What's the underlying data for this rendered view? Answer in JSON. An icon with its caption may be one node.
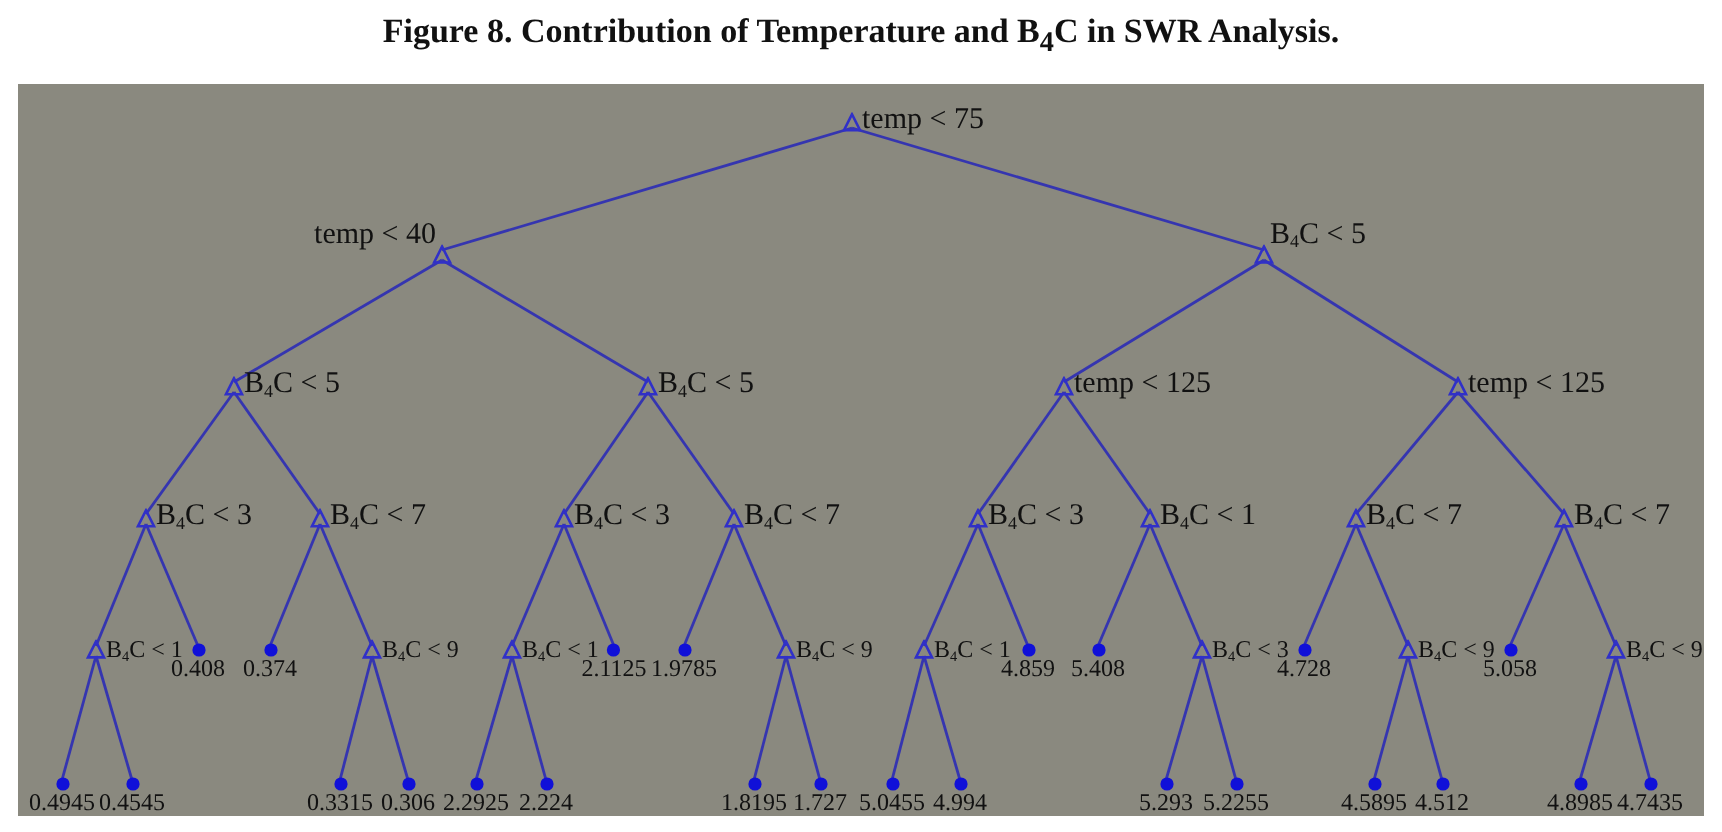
{
  "diagram": {
    "title": "Figure 8. Contribution of Temperature and B$_{4}$C in SWR Analysis.",
    "nodes": [
      {
        "text": [
          "temp < 75"
        ]
      },
      {
        "text": [
          "temp < 40"
        ]
      },
      {
        "text": [
          "B$_{4}$C < 5"
        ]
      },
      {
        "text": [
          "B$_{4}$C < 5"
        ]
      },
      {
        "text": [
          "B$_{4}$C < 5"
        ]
      },
      {
        "text": [
          "temp < 125"
        ]
      },
      {
        "text": [
          "temp < 125"
        ]
      },
      {
        "text": [
          "B$_{4}$C < 3"
        ]
      },
      {
        "text": [
          "B$_{4}$C < 7"
        ]
      },
      {
        "text": [
          "B$_{4}$C < 3"
        ]
      },
      {
        "text": [
          "B$_{4}$C < 7"
        ]
      },
      {
        "text": [
          "B$_{4}$C < 3"
        ]
      },
      {
        "text": [
          "B$_{4}$C < 1"
        ]
      },
      {
        "text": [
          "B$_{4}$C < 7"
        ]
      },
      {
        "text": [
          "B$_{4}$C < 7"
        ]
      },
      {
        "text": [
          "B$_{4}$C < 1"
        ]
      },
      {
        "text": [
          "0.408"
        ]
      },
      {
        "text": [
          "0.374"
        ]
      },
      {
        "text": [
          "B$_{4}$C < 9"
        ]
      },
      {
        "text": [
          "B$_{4}$C < 1"
        ]
      },
      {
        "text": [
          "2.1125"
        ]
      },
      {
        "text": [
          "1.9785"
        ]
      },
      {
        "text": [
          "B$_{4}$C < 9"
        ]
      },
      {
        "text": [
          "B$_{4}$C < 1"
        ]
      },
      {
        "text": [
          "4.859"
        ]
      },
      {
        "text": [
          "5.408"
        ]
      },
      {
        "text": [
          "B$_{4}$C < 3"
        ]
      },
      {
        "text": [
          "4.728"
        ]
      },
      {
        "text": [
          "B$_{4}$C < 9"
        ]
      },
      {
        "text": [
          "5.058"
        ]
      },
      {
        "text": [
          "B$_{4}$C < 9"
        ]
      },
      {
        "text": [
          "0.4945"
        ]
      },
      {
        "text": [
          "0.4545"
        ]
      },
      {
        "text": [
          "0.3315"
        ]
      },
      {
        "text": [
          "0.306"
        ]
      },
      {
        "text": [
          "2.2925"
        ]
      },
      {
        "text": [
          "2.224"
        ]
      },
      {
        "text": [
          "1.8195"
        ]
      },
      {
        "text": [
          "1.727"
        ]
      },
      {
        "text": [
          "5.0455"
        ]
      },
      {
        "text": [
          "4.994"
        ]
      },
      {
        "text": [
          "5.293"
        ]
      },
      {
        "text": [
          "5.2255"
        ]
      },
      {
        "text": [
          "4.5895"
        ]
      },
      {
        "text": [
          "4.512"
        ]
      },
      {
        "text": [
          "4.8985"
        ]
      },
      {
        "text": [
          "4.7435"
        ]
      }
    ],
    "edges": [
      {
        "from": 0,
        "to": 1,
        "arrow": "none"
      },
      {
        "from": 0,
        "to": 2,
        "arrow": "none"
      },
      {
        "from": 1,
        "to": 3,
        "arrow": "none"
      },
      {
        "from": 1,
        "to": 4,
        "arrow": "none"
      },
      {
        "from": 2,
        "to": 5,
        "arrow": "none"
      },
      {
        "from": 2,
        "to": 6,
        "arrow": "none"
      },
      {
        "from": 3,
        "to": 7,
        "arrow": "none"
      },
      {
        "from": 3,
        "to": 8,
        "arrow": "none"
      },
      {
        "from": 4,
        "to": 9,
        "arrow": "none"
      },
      {
        "from": 4,
        "to": 10,
        "arrow": "none"
      },
      {
        "from": 5,
        "to": 11,
        "arrow": "none"
      },
      {
        "from": 5,
        "to": 12,
        "arrow": "none"
      },
      {
        "from": 6,
        "to": 13,
        "arrow": "none"
      },
      {
        "from": 6,
        "to": 14,
        "arrow": "none"
      },
      {
        "from": 7,
        "to": 15,
        "arrow": "none"
      },
      {
        "from": 7,
        "to": 16,
        "arrow": "none"
      },
      {
        "from": 8,
        "to": 17,
        "arrow": "none"
      },
      {
        "from": 8,
        "to": 18,
        "arrow": "none"
      },
      {
        "from": 9,
        "to": 19,
        "arrow": "none"
      },
      {
        "from": 9,
        "to": 20,
        "arrow": "none"
      },
      {
        "from": 10,
        "to": 21,
        "arrow": "none"
      },
      {
        "from": 10,
        "to": 22,
        "arrow": "none"
      },
      {
        "from": 11,
        "to": 23,
        "arrow": "none"
      },
      {
        "from": 11,
        "to": 24,
        "arrow": "none"
      },
      {
        "from": 12,
        "to": 25,
        "arrow": "none"
      },
      {
        "from": 12,
        "to": 26,
        "arrow": "none"
      },
      {
        "from": 13,
        "to": 27,
        "arrow": "none"
      },
      {
        "from": 13,
        "to": 28,
        "arrow": "none"
      },
      {
        "from": 14,
        "to": 29,
        "arrow": "none"
      },
      {
        "from": 14,
        "to": 30,
        "arrow": "none"
      },
      {
        "from": 15,
        "to": 31,
        "arrow": "none"
      },
      {
        "from": 15,
        "to": 32,
        "arrow": "none"
      },
      {
        "from": 18,
        "to": 33,
        "arrow": "none"
      },
      {
        "from": 18,
        "to": 34,
        "arrow": "none"
      },
      {
        "from": 19,
        "to": 35,
        "arrow": "none"
      },
      {
        "from": 19,
        "to": 36,
        "arrow": "none"
      },
      {
        "from": 22,
        "to": 37,
        "arrow": "none"
      },
      {
        "from": 22,
        "to": 38,
        "arrow": "none"
      },
      {
        "from": 23,
        "to": 39,
        "arrow": "none"
      },
      {
        "from": 23,
        "to": 40,
        "arrow": "none"
      },
      {
        "from": 26,
        "to": 41,
        "arrow": "none"
      },
      {
        "from": 26,
        "to": 42,
        "arrow": "none"
      },
      {
        "from": 28,
        "to": 43,
        "arrow": "none"
      },
      {
        "from": 28,
        "to": 44,
        "arrow": "none"
      },
      {
        "from": 30,
        "to": 45,
        "arrow": "none"
      },
      {
        "from": 30,
        "to": 46,
        "arrow": "none"
      }
    ]
  }
}
